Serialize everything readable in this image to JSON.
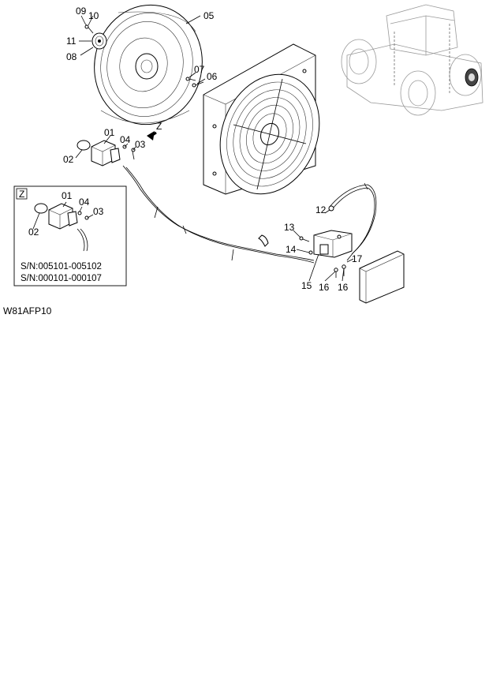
{
  "diagram": {
    "figure_code": "W81AFP10",
    "callouts": {
      "c01": "01",
      "c02": "02",
      "c03": "03",
      "c04": "04",
      "c05": "05",
      "c06": "06",
      "c07": "07",
      "c08": "08",
      "c09": "09",
      "c10": "10",
      "c11": "11",
      "c12": "12",
      "c13": "13",
      "c14": "14",
      "c15": "15",
      "c16a": "16",
      "c16b": "16",
      "c17": "17"
    },
    "view_arrow_label": "Z",
    "detail": {
      "title": "Z",
      "callouts": {
        "d01": "01",
        "d02": "02",
        "d03": "03",
        "d04": "04"
      },
      "serial_numbers": [
        "S/N:005101-005102",
        "S/N:000101-000107"
      ]
    }
  }
}
